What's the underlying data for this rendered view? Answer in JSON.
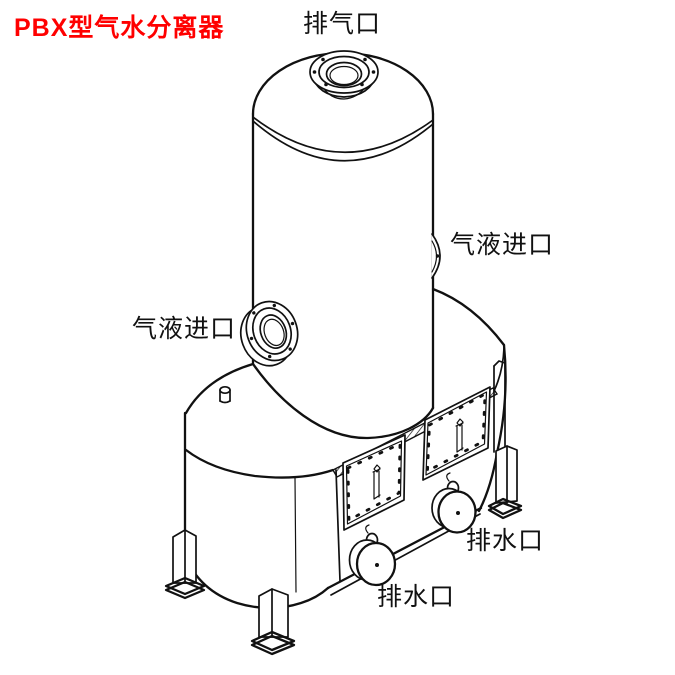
{
  "title": {
    "text": "PBX型气水分离器",
    "color": "#ff0000"
  },
  "labels": {
    "exhaust_port": "排气口",
    "gas_liquid_inlet_right": "气液进口",
    "gas_liquid_inlet_left": "气液进口",
    "drain_port_right": "排水口",
    "drain_port_bottom": "排水口"
  },
  "diagram": {
    "background": "#ffffff",
    "line_color": "#111111",
    "parts": [
      "upper-separator-vessel",
      "exhaust-flange",
      "gas-liquid-inlet-flange-left",
      "gas-liquid-inlet-flange-right",
      "lower-collection-tank",
      "vent-nozzle",
      "access-door-1",
      "access-door-2",
      "drain-valve-1",
      "drain-valve-2",
      "support-leg-left",
      "support-leg-center",
      "support-leg-right"
    ]
  }
}
